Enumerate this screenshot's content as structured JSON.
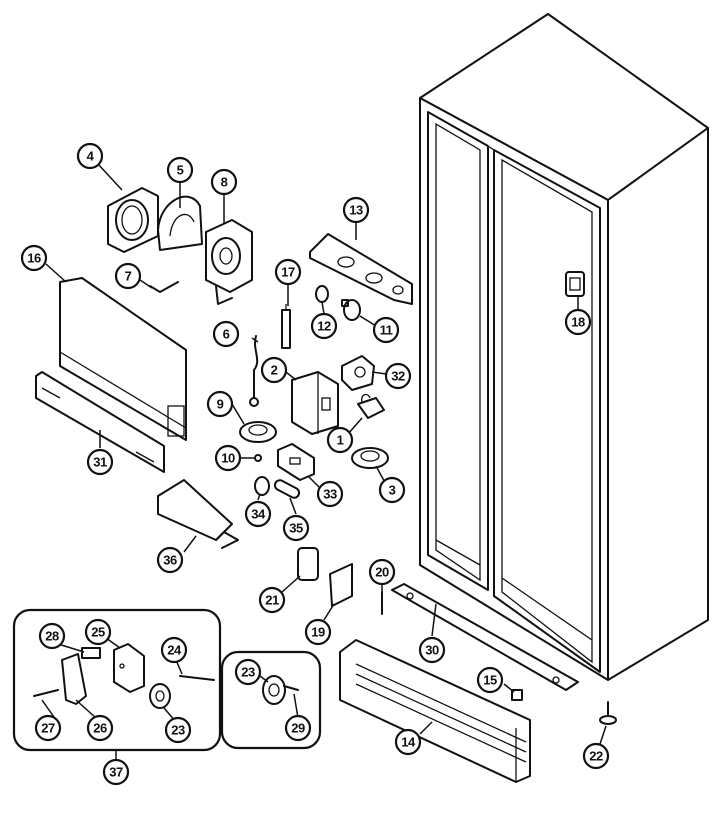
{
  "callouts": {
    "c1": "1",
    "c2": "2",
    "c3": "3",
    "c4": "4",
    "c5": "5",
    "c6": "6",
    "c7": "7",
    "c8": "8",
    "c9": "9",
    "c10": "10",
    "c11": "11",
    "c12": "12",
    "c13": "13",
    "c14": "14",
    "c15": "15",
    "c16": "16",
    "c17": "17",
    "c18": "18",
    "c19": "19",
    "c20": "20",
    "c21": "21",
    "c22": "22",
    "c23a": "23",
    "c23b": "23",
    "c24": "24",
    "c25": "25",
    "c26": "26",
    "c27": "27",
    "c28": "28",
    "c29": "29",
    "c30": "30",
    "c31": "31",
    "c32": "32",
    "c33": "33",
    "c34": "34",
    "c35": "35",
    "c36": "36",
    "c37": "37"
  },
  "colors": {
    "ink": "#111111",
    "background": "#ffffff"
  }
}
